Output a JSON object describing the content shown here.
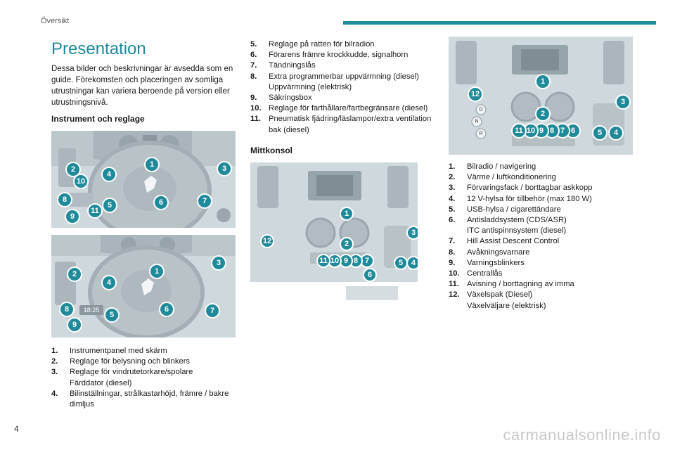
{
  "header": {
    "section": "Översikt"
  },
  "page": {
    "number": "4"
  },
  "watermark": "carmanualsonline.info",
  "col1": {
    "title": "Presentation",
    "intro": "Dessa bilder och beskrivningar är avsedda som en guide. Förekomsten och placeringen av somliga utrustningar kan variera beroende på version eller utrustningsnivå.",
    "subheading": "Instrument och reglage",
    "legend": [
      {
        "num": "1.",
        "lines": [
          "Instrumentpanel med skärm"
        ]
      },
      {
        "num": "2.",
        "lines": [
          "Reglage för belysning och blinkers"
        ]
      },
      {
        "num": "3.",
        "lines": [
          "Reglage för vindrutetorkare/spolare",
          "Färddator (diesel)"
        ]
      },
      {
        "num": "4.",
        "lines": [
          "Bilinställningar, strålkastarhöjd, främre / bakre dimljus"
        ]
      }
    ]
  },
  "col2": {
    "legend": [
      {
        "num": "5.",
        "lines": [
          "Reglage på ratten för bilradion"
        ]
      },
      {
        "num": "6.",
        "lines": [
          "Förarens främre krockkudde, signalhorn"
        ]
      },
      {
        "num": "7.",
        "lines": [
          "Tändningslås"
        ]
      },
      {
        "num": "8.",
        "lines": [
          "Extra programmerbar uppvärmning (diesel)",
          "Uppvärmning (elektrisk)"
        ]
      },
      {
        "num": "9.",
        "lines": [
          "Säkringsbox"
        ]
      },
      {
        "num": "10.",
        "lines": [
          "Reglage för farthållare/fartbegränsare (diesel)"
        ]
      },
      {
        "num": "11.",
        "lines": [
          "Pneumatisk fjädring/läslampor/extra ventilation bak (diesel)"
        ]
      }
    ],
    "subheading": "Mittkonsol"
  },
  "col3": {
    "legend": [
      {
        "num": "1.",
        "lines": [
          "Bilradio / navigering"
        ]
      },
      {
        "num": "2.",
        "lines": [
          "Värme / luftkonditionering"
        ]
      },
      {
        "num": "3.",
        "lines": [
          "Förvaringsfack / borttagbar askkopp"
        ]
      },
      {
        "num": "4.",
        "lines": [
          "12 V-hylsa för tillbehör (max 180 W)"
        ]
      },
      {
        "num": "5.",
        "lines": [
          "USB-hylsa / cigarettändare"
        ]
      },
      {
        "num": "6.",
        "lines": [
          "Antisladdsystem (CDS/ASR)",
          "ITC antispinnsystem (diesel)"
        ]
      },
      {
        "num": "7.",
        "lines": [
          "Hill Assist Descent Control"
        ]
      },
      {
        "num": "8.",
        "lines": [
          "Avåkningsvarnare"
        ]
      },
      {
        "num": "9.",
        "lines": [
          "Varningsblinkers"
        ]
      },
      {
        "num": "10.",
        "lines": [
          "Centrallås"
        ]
      },
      {
        "num": "11.",
        "lines": [
          "Avisning / borttagning av imma"
        ]
      },
      {
        "num": "12.",
        "lines": [
          "Växelspak (Diesel)",
          "Växelväljare (elektrisk)"
        ]
      }
    ]
  },
  "figures": {
    "dash1": [
      "1",
      "2",
      "3",
      "4",
      "5",
      "6",
      "7",
      "8",
      "9",
      "10",
      "11"
    ],
    "dash2": [
      "1",
      "2",
      "3",
      "4",
      "5",
      "6",
      "7",
      "8",
      "9"
    ],
    "console1": [
      "1",
      "2",
      "3",
      "4",
      "5",
      "6",
      "7",
      "8",
      "9",
      "10",
      "11",
      "12"
    ],
    "console2": [
      "1",
      "2",
      "3",
      "4",
      "5",
      "6",
      "7",
      "8",
      "9",
      "10",
      "11",
      "12"
    ],
    "console_buttons": [
      "D",
      "N",
      "R"
    ],
    "clock": "18:25",
    "colors": {
      "accent": "#1f8a9a",
      "figure_bg": "#cfd8dc"
    }
  }
}
